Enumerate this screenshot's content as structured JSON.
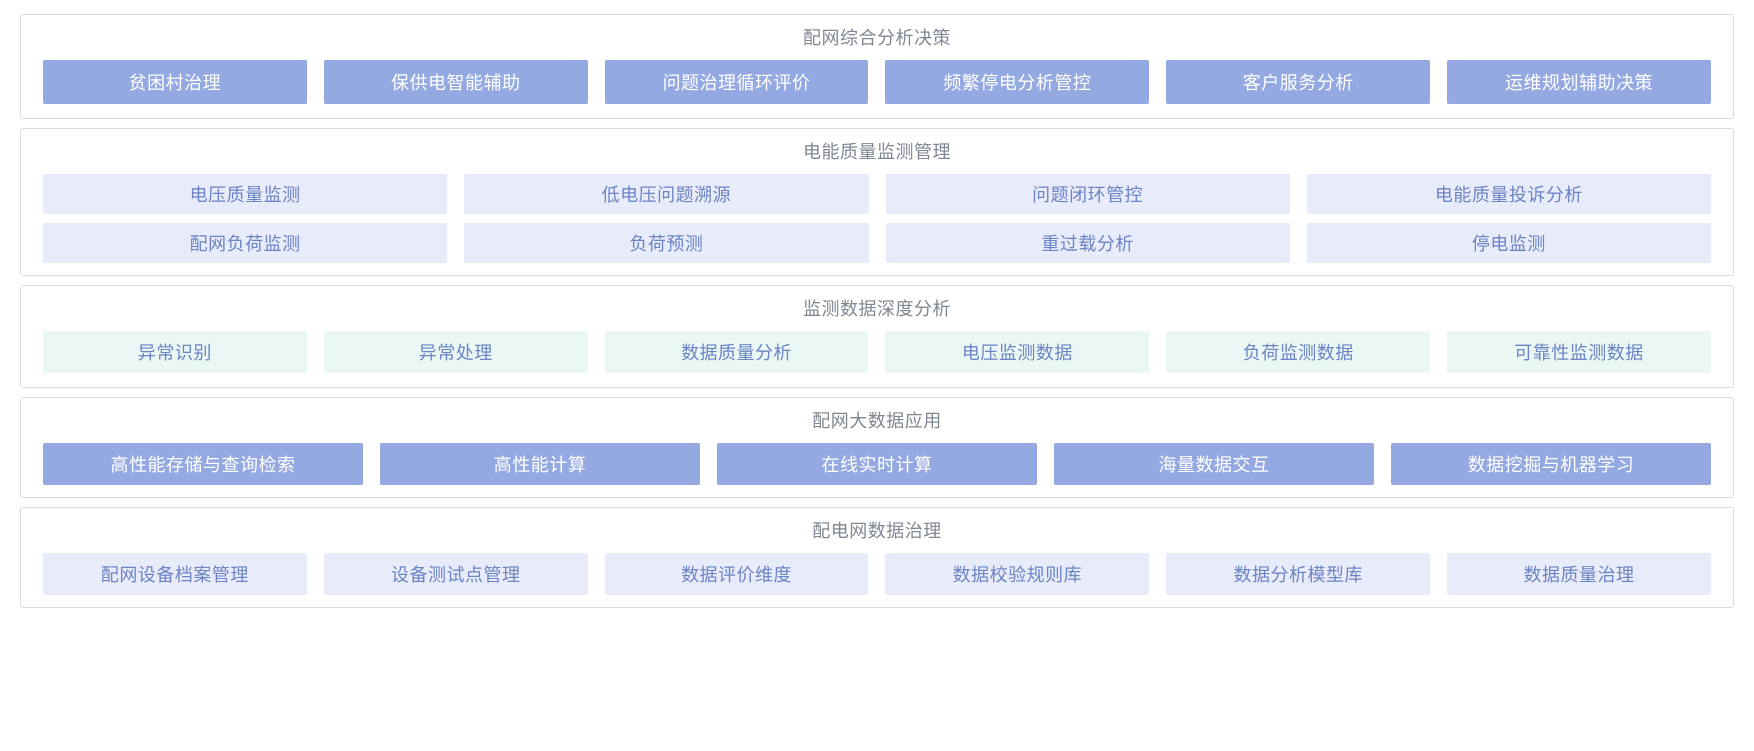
{
  "colors": {
    "panel_border": "#dcdcdc",
    "title_text": "#7f8792",
    "tile_solid_bg": "#94a9e2",
    "tile_solid_text": "#ffffff",
    "tile_lavender_bg": "#e8ebfa",
    "tile_mint_bg": "#eaf7f4",
    "tile_light_text": "#6b84c4",
    "page_bg": "#ffffff"
  },
  "panels": [
    {
      "title": "配网综合分析决策",
      "style": "solid",
      "rows": [
        [
          "贫困村治理",
          "保供电智能辅助",
          "问题治理循环评价",
          "频繁停电分析管控",
          "客户服务分析",
          "运维规划辅助决策"
        ]
      ]
    },
    {
      "title": "电能质量监测管理",
      "style": "lavender",
      "rows": [
        [
          "电压质量监测",
          "低电压问题溯源",
          "问题闭环管控",
          "电能质量投诉分析"
        ],
        [
          "配网负荷监测",
          "负荷预测",
          "重过载分析",
          "停电监测"
        ]
      ]
    },
    {
      "title": "监测数据深度分析",
      "style": "mint",
      "rows": [
        [
          "异常识别",
          "异常处理",
          "数据质量分析",
          "电压监测数据",
          "负荷监测数据",
          "可靠性监测数据"
        ]
      ]
    },
    {
      "title": "配网大数据应用",
      "style": "solid",
      "rows": [
        [
          "高性能存储与查询检索",
          "高性能计算",
          "在线实时计算",
          "海量数据交互",
          "数据挖掘与机器学习"
        ]
      ]
    },
    {
      "title": "配电网数据治理",
      "style": "lavender",
      "rows": [
        [
          "配网设备档案管理",
          "设备测试点管理",
          "数据评价维度",
          "数据校验规则库",
          "数据分析模型库",
          "数据质量治理"
        ]
      ]
    }
  ]
}
